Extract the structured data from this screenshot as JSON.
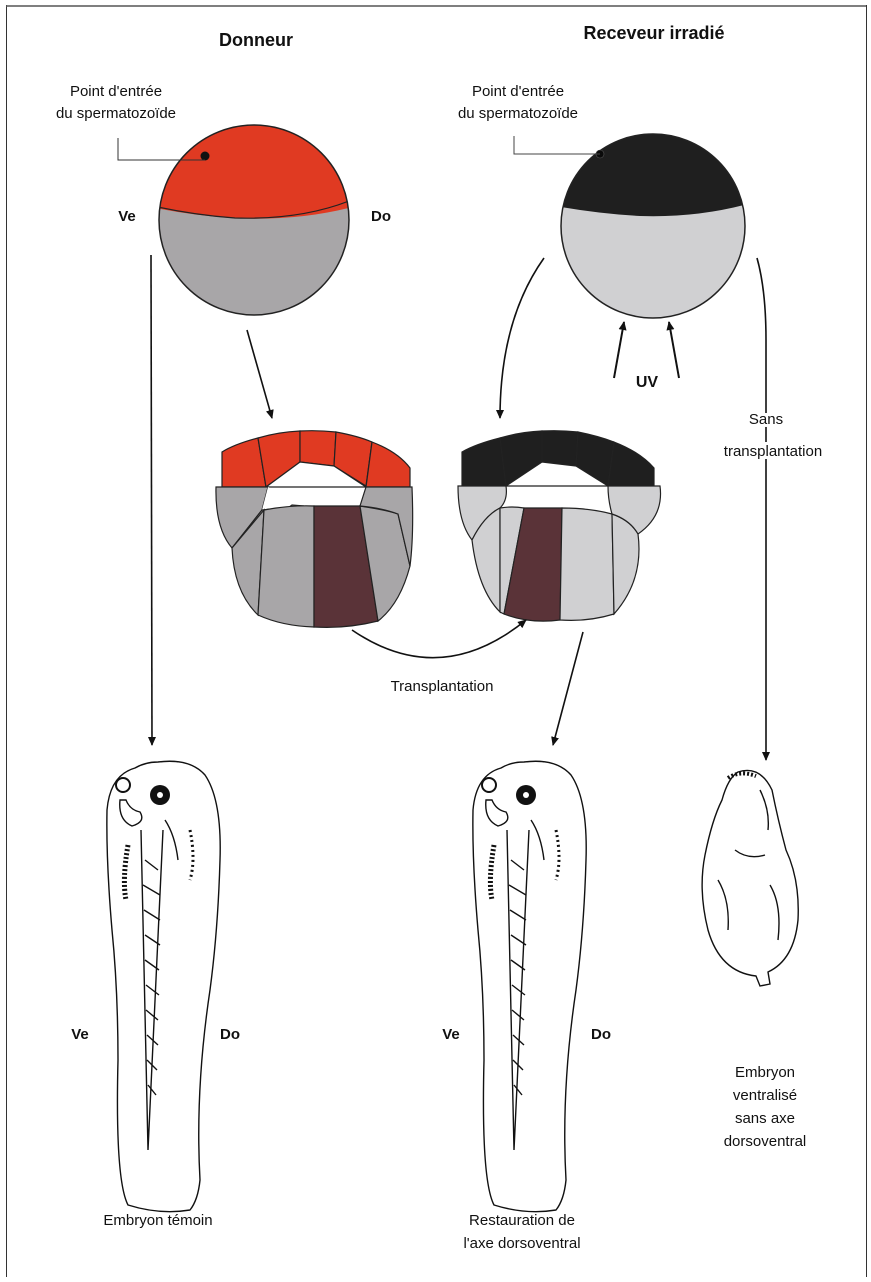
{
  "headers": {
    "donor": "Donneur",
    "recipient": "Receveur irradié"
  },
  "donor_egg": {
    "entry_point_label": [
      "Point d'entrée",
      "du spermatozoïde"
    ],
    "ventral": "Ve",
    "dorsal": "Do"
  },
  "recipient_egg": {
    "entry_point_label": [
      "Point d'entrée",
      "du spermatozoïde"
    ],
    "uv": "UV"
  },
  "side_path_label": [
    "Sans",
    "transplantation"
  ],
  "transplant_label": "Transplantation",
  "embryos": {
    "control": {
      "ventral": "Ve",
      "dorsal": "Do",
      "caption": [
        "Embryon témoin"
      ]
    },
    "restored": {
      "ventral": "Ve",
      "dorsal": "Do",
      "caption": [
        "Restauration de",
        "l'axe dorsoventral"
      ]
    },
    "ventralized": {
      "caption": [
        "Embryon",
        "ventralisé",
        "sans axe",
        "dorsoventral"
      ]
    }
  },
  "colors": {
    "animal_donor": "#e03a22",
    "animal_recipient": "#1f1f1f",
    "vegetal_donor": "#a8a6a8",
    "vegetal_recipient": "#d0d0d2",
    "dorsal_cell": "#5a3338",
    "line": "#111111"
  }
}
